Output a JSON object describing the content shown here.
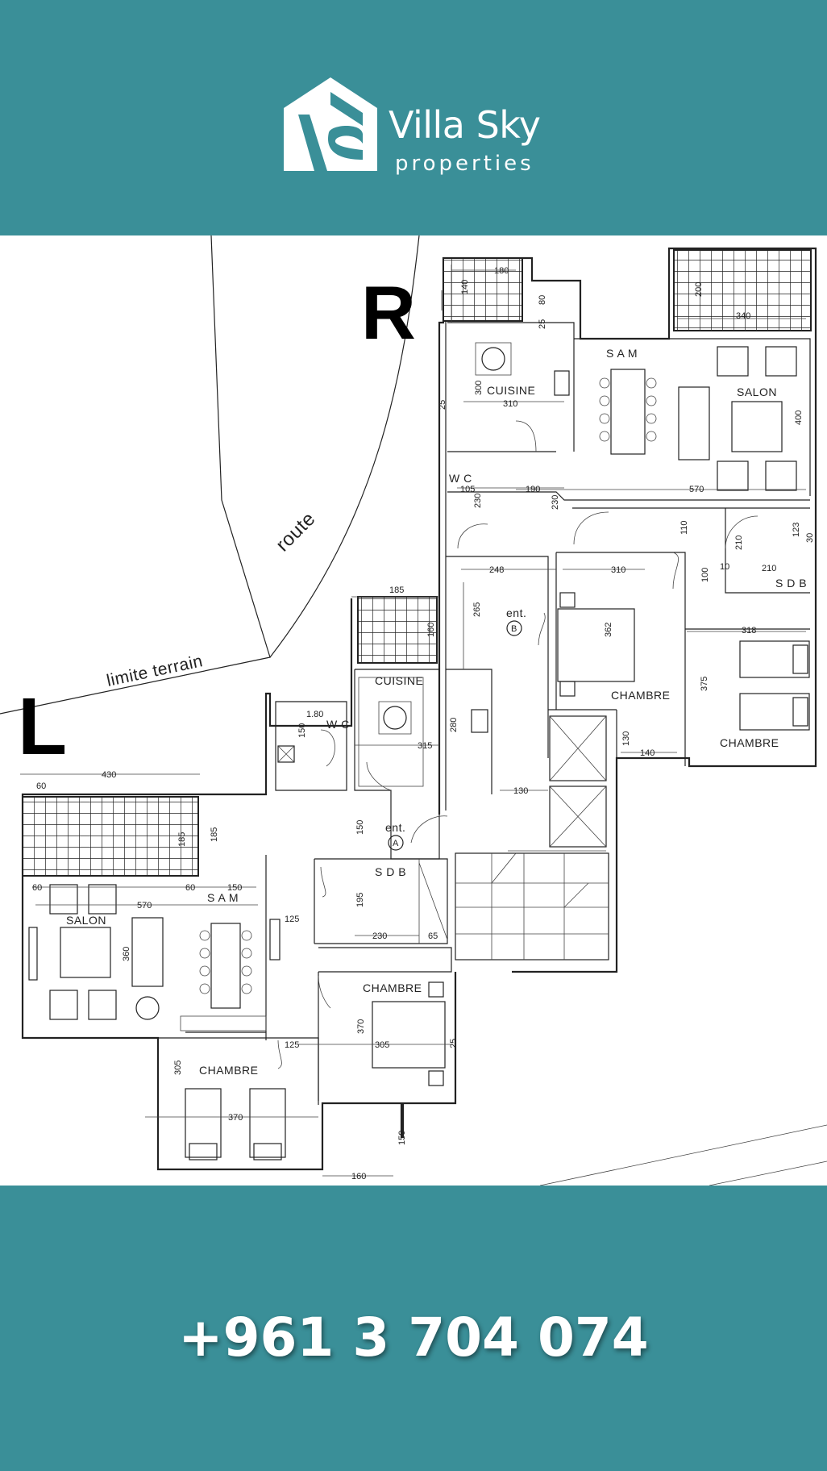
{
  "brand": {
    "name": "Villa Sky",
    "tagline": "properties"
  },
  "plan": {
    "label_r": "R",
    "label_l": "L",
    "road": "route",
    "boundary": "limite terrain",
    "rooms": {
      "r_cuisine": "CUISINE",
      "r_sam": "S A M",
      "r_salon": "SALON",
      "r_wc": "W C",
      "r_sdb": "S D B",
      "r_chambre1": "CHAMBRE",
      "r_chambre2": "CHAMBRE",
      "r_entree": "ent.",
      "r_entree_mark": "B",
      "l_cuisine": "CUISINE",
      "l_wc": "W C",
      "l_sam": "S A M",
      "l_salon": "SALON",
      "l_sdb": "S D B",
      "l_chambre1": "CHAMBRE",
      "l_chambre2": "CHAMBRE",
      "l_entree": "ent.",
      "l_entree_mark": "A"
    },
    "dims": {
      "d180": "180",
      "d140": "140",
      "d80": "80",
      "d200": "200",
      "d340": "340",
      "d300": "300",
      "d310a": "310",
      "d25a": "25",
      "d25b": "25",
      "d400": "400",
      "d105": "105",
      "d190": "190",
      "d570a": "570",
      "d230a": "230",
      "d230b": "230",
      "d110": "110",
      "d210a": "210",
      "d123": "123",
      "d30": "30",
      "d248": "248",
      "d310b": "310",
      "d100": "100",
      "d10": "10",
      "d210b": "210",
      "d265": "265",
      "d362": "362",
      "d318": "318",
      "d375": "375",
      "d185a": "185",
      "d160a": "160",
      "d280": "280",
      "d315": "315",
      "d130a": "130",
      "d140b": "140",
      "d130b": "130",
      "d180b": "1.80",
      "d150a": "150",
      "d430": "430",
      "d60a": "60",
      "d185b": "185",
      "d185c": "185",
      "d60b": "60",
      "d60c": "60",
      "d150b": "150",
      "d570b": "570",
      "d150c": "150",
      "d195": "195",
      "d125a": "125",
      "d230c": "230",
      "d65": "65",
      "d360": "360",
      "d370a": "370",
      "d305a": "305",
      "d125b": "125",
      "d305b": "305",
      "d25c": "25",
      "d370b": "370",
      "d150d": "150",
      "d160b": "160"
    }
  },
  "contact": {
    "phone": "+961 3 704 074"
  },
  "colors": {
    "teal": "#3a8f98",
    "white": "#ffffff",
    "ink": "#222222"
  }
}
